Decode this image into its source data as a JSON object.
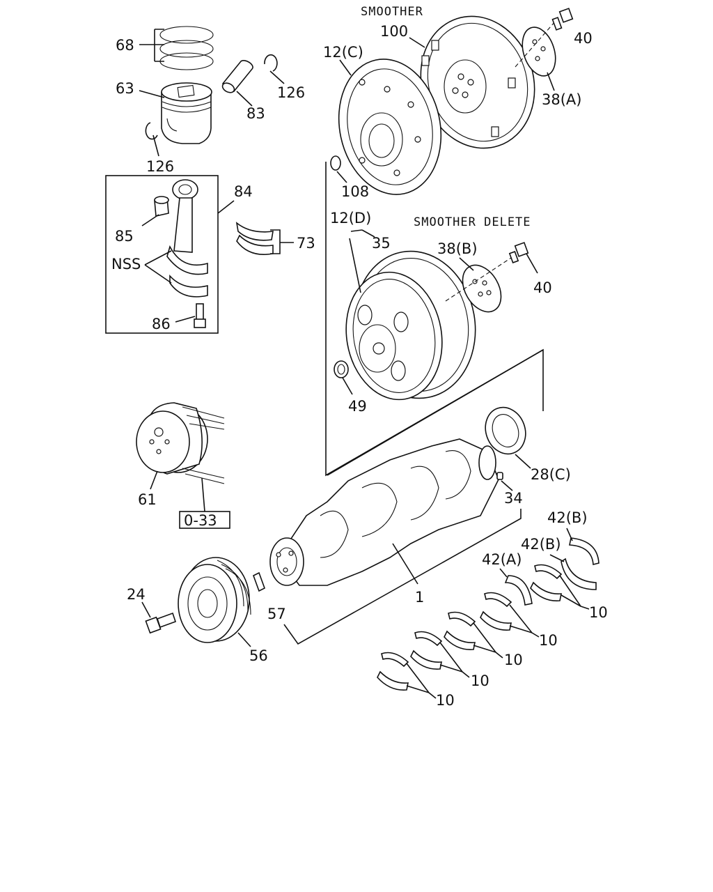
{
  "headers": {
    "smoother": "SMOOTHER",
    "smoother_delete": "SMOOTHER DELETE"
  },
  "labels": {
    "l68": "68",
    "l63": "63",
    "l83": "83",
    "l126a": "126",
    "l126b": "126",
    "l84": "84",
    "l85": "85",
    "lNSS": "NSS",
    "l86": "86",
    "l73": "73",
    "l100": "100",
    "l12c": "12(C)",
    "l40a": "40",
    "l38a": "38(A)",
    "l108": "108",
    "l12d": "12(D)",
    "l35": "35",
    "l38b": "38(B)",
    "l40b": "40",
    "l49": "49",
    "l28c": "28(C)",
    "l34": "34",
    "l61": "61",
    "l1": "1",
    "l24": "24",
    "l57": "57",
    "l56": "56",
    "l42b1": "42(B)",
    "l42b2": "42(B)",
    "l42a": "42(A)",
    "l10a": "10",
    "l10b": "10",
    "l10c": "10",
    "l10d": "10",
    "l10e": "10"
  },
  "ref_box": "0-33"
}
